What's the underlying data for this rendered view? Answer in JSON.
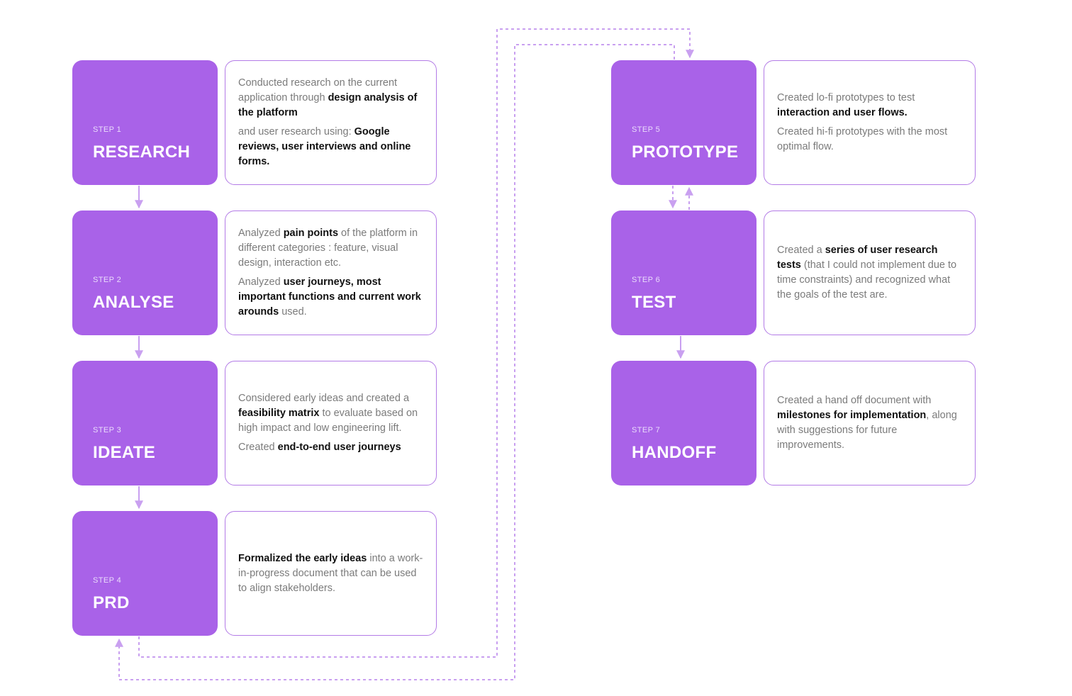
{
  "colors": {
    "step_fill": "#a962e8",
    "card_border": "#b37be6",
    "connector": "#c9a0f0",
    "muted_text": "#7b7b7b",
    "highlight_text": "#111111"
  },
  "steps": [
    {
      "number": "STEP 1",
      "title": "RESEARCH",
      "paragraphs": [
        [
          {
            "t": "Conducted research on the current application through ",
            "hl": false
          },
          {
            "t": "design analysis of the platform",
            "hl": true
          }
        ],
        [
          {
            "t": "and user research using: ",
            "hl": false
          },
          {
            "t": "Google reviews, user interviews and online forms.",
            "hl": true
          }
        ]
      ]
    },
    {
      "number": "STEP 2",
      "title": "ANALYSE",
      "paragraphs": [
        [
          {
            "t": "Analyzed ",
            "hl": false
          },
          {
            "t": "pain points",
            "hl": true
          },
          {
            "t": " of the platform in different categories : feature, visual design, interaction etc.",
            "hl": false
          }
        ],
        [
          {
            "t": "Analyzed ",
            "hl": false
          },
          {
            "t": "user journeys, most important functions and current work arounds",
            "hl": true
          },
          {
            "t": "  used.",
            "hl": false
          }
        ]
      ]
    },
    {
      "number": "STEP 3",
      "title": "IDEATE",
      "paragraphs": [
        [
          {
            "t": "Considered early ideas and created a ",
            "hl": false
          },
          {
            "t": "feasibility matrix",
            "hl": true
          },
          {
            "t": " to evaluate based on high impact and low engineering lift.",
            "hl": false
          }
        ],
        [
          {
            "t": "Created ",
            "hl": false
          },
          {
            "t": "end-to-end user journeys",
            "hl": true
          }
        ]
      ]
    },
    {
      "number": "STEP 4",
      "title": "PRD",
      "paragraphs": [
        [
          {
            "t": "Formalized the early ideas",
            "hl": true
          },
          {
            "t": " into a work-in-progress document that can be used to align stakeholders.",
            "hl": false
          }
        ]
      ]
    },
    {
      "number": "STEP 5",
      "title": "PROTOTYPE",
      "paragraphs": [
        [
          {
            "t": "Created lo-fi prototypes to test ",
            "hl": false
          },
          {
            "t": "interaction and user flows.",
            "hl": true
          }
        ],
        [
          {
            "t": "Created hi-fi prototypes with the most optimal flow.",
            "hl": false
          }
        ]
      ]
    },
    {
      "number": "STEP 6",
      "title": "TEST",
      "paragraphs": [
        [
          {
            "t": "Created a ",
            "hl": false
          },
          {
            "t": "series of user research tests",
            "hl": true
          },
          {
            "t": " (that I could not implement due to time constraints) and recognized what the goals of the test are.",
            "hl": false
          }
        ]
      ]
    },
    {
      "number": "STEP 7",
      "title": "HANDOFF",
      "paragraphs": [
        [
          {
            "t": "Created a hand off document with ",
            "hl": false
          },
          {
            "t": "milestones for implementation",
            "hl": true
          },
          {
            "t": ", along with suggestions for future improvements.",
            "hl": false
          }
        ]
      ]
    }
  ]
}
